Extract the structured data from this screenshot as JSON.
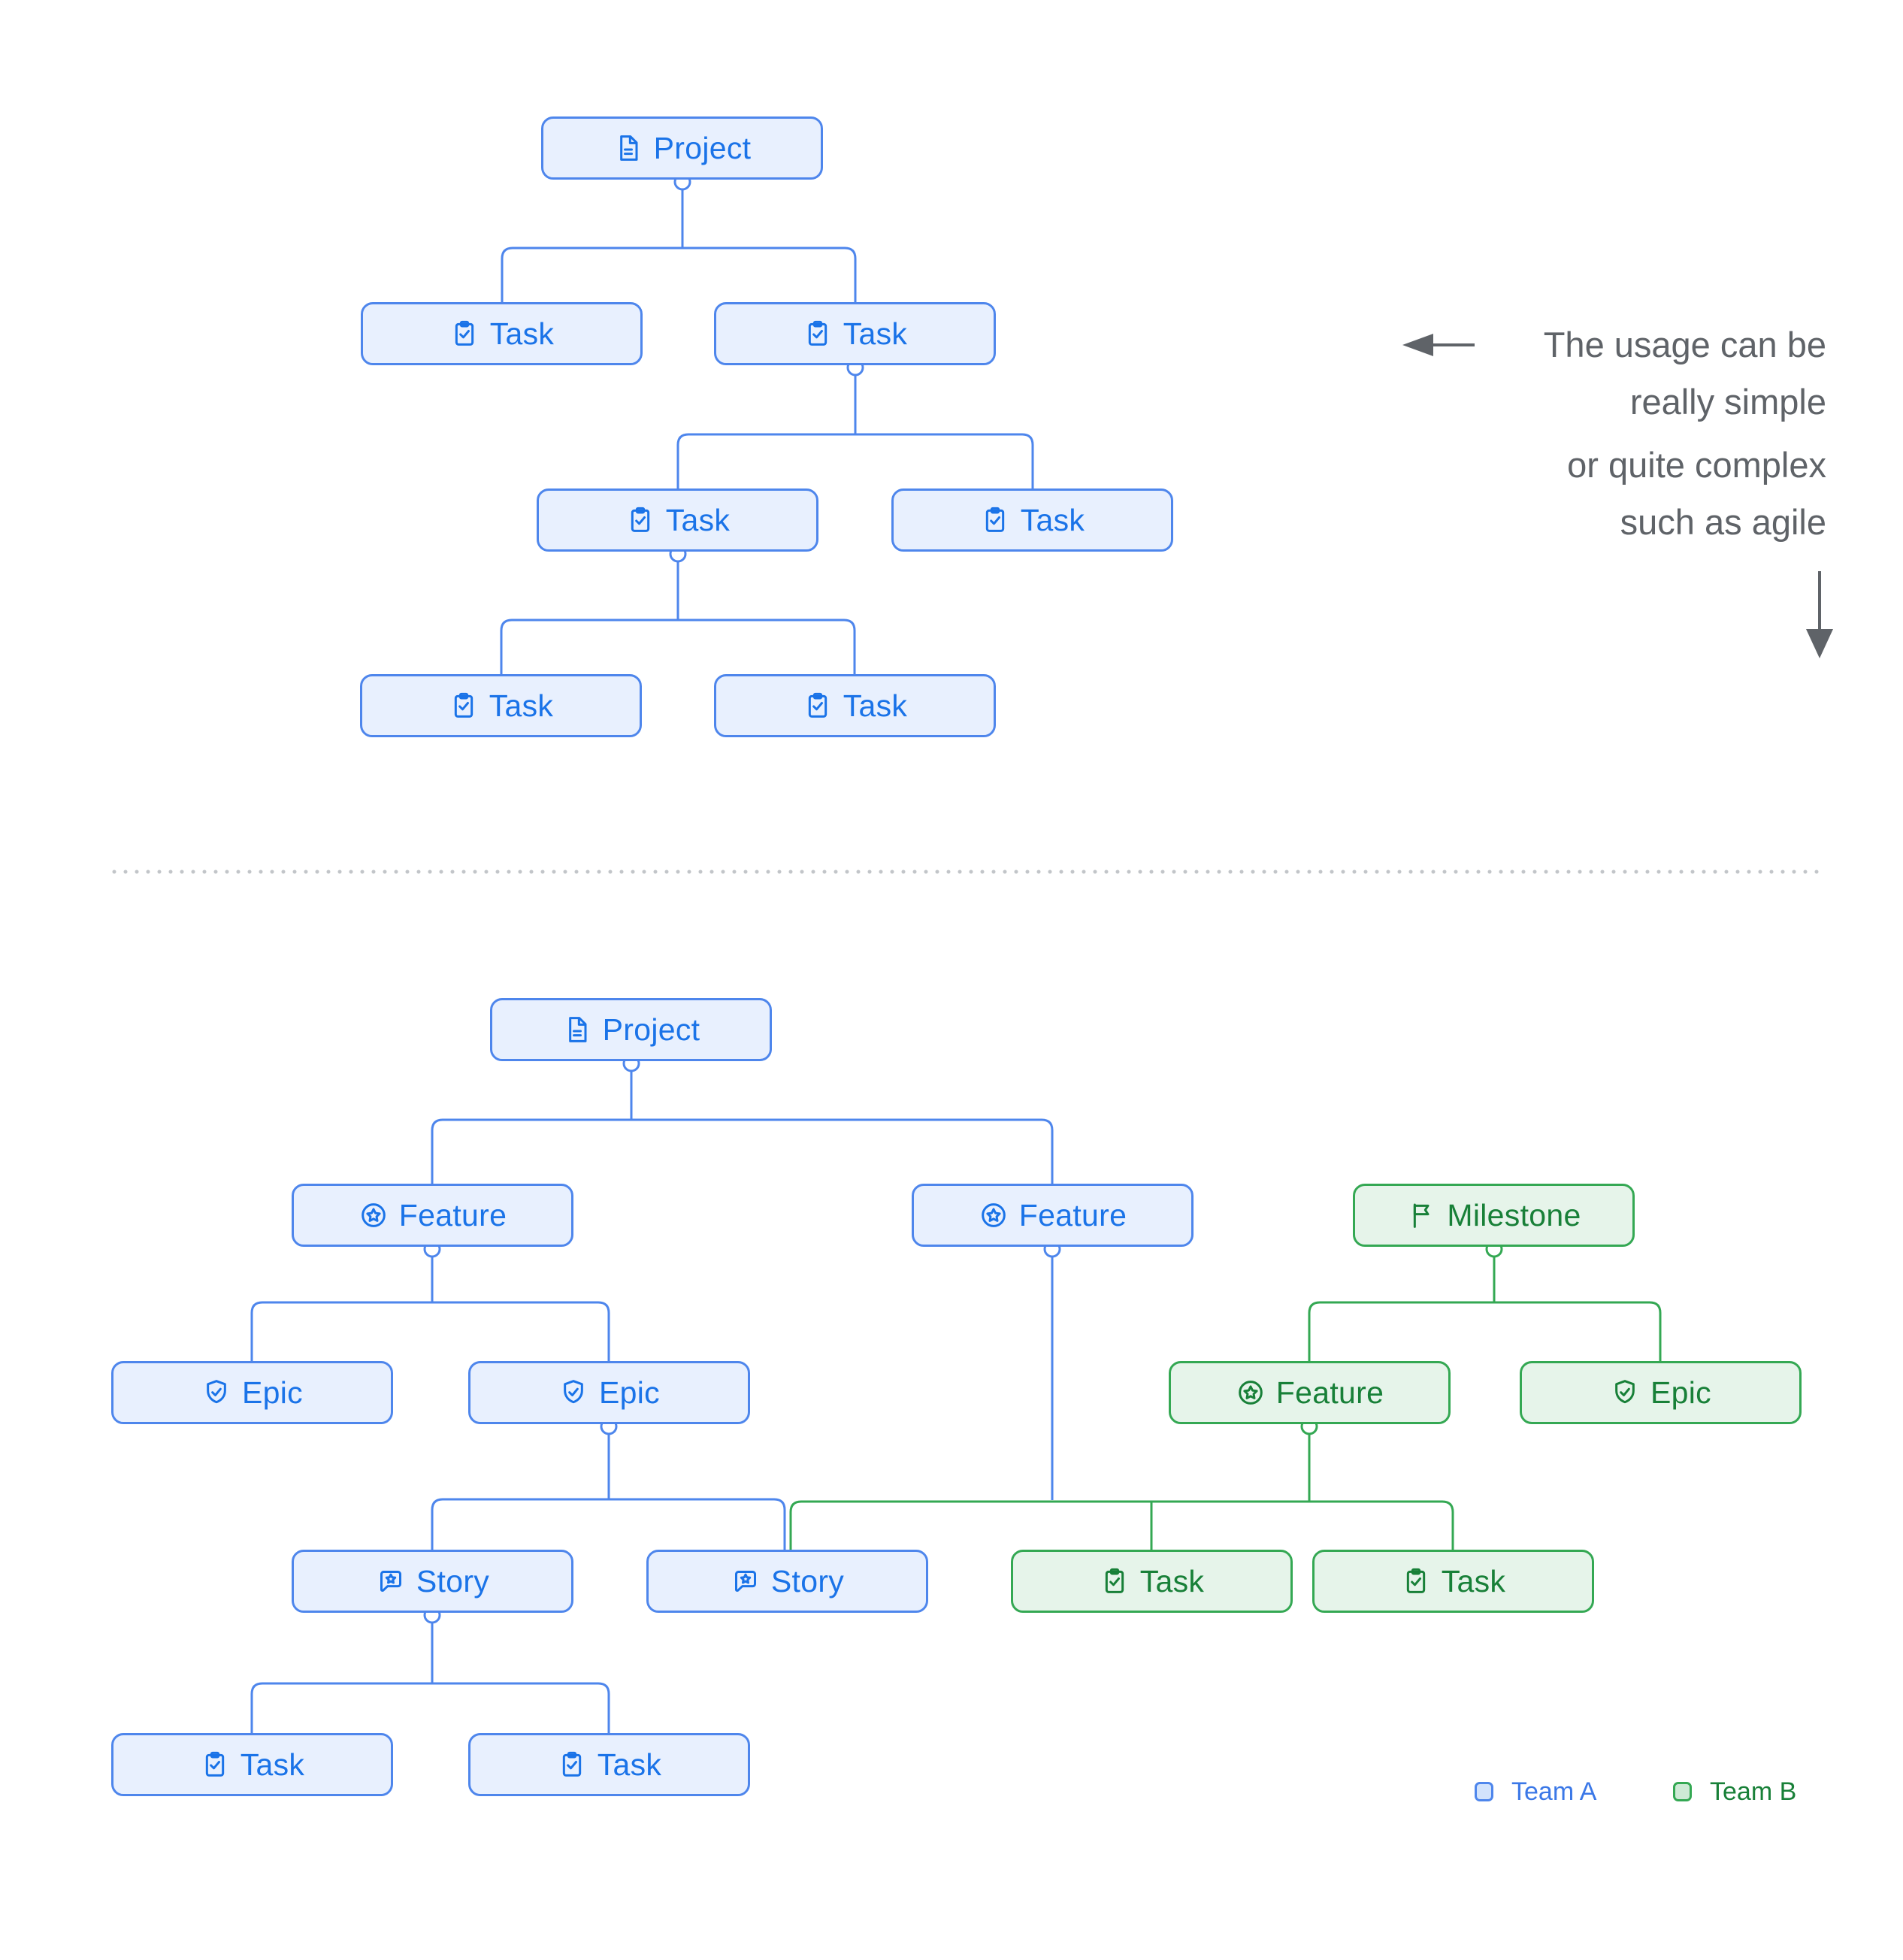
{
  "colors": {
    "team_a_fill": "#e8f0fe",
    "team_a_border": "#4e86ec",
    "team_a_text": "#1a73e8",
    "team_b_fill": "#e6f4ea",
    "team_b_border": "#34a853",
    "team_b_text": "#188038",
    "annotation_gray": "#5f6368"
  },
  "annotation": {
    "lines": [
      "The usage can be",
      "really simple",
      "or quite complex",
      "such as agile"
    ]
  },
  "legend": {
    "team_a_label": "Team A",
    "team_b_label": "Team B"
  },
  "simple_tree": {
    "nodes": [
      {
        "label": "Project",
        "icon": "document-icon",
        "team": "Team A"
      },
      {
        "label": "Task",
        "icon": "clipboard-check-icon",
        "team": "Team A"
      },
      {
        "label": "Task",
        "icon": "clipboard-check-icon",
        "team": "Team A"
      },
      {
        "label": "Task",
        "icon": "clipboard-check-icon",
        "team": "Team A"
      },
      {
        "label": "Task",
        "icon": "clipboard-check-icon",
        "team": "Team A"
      },
      {
        "label": "Task",
        "icon": "clipboard-check-icon",
        "team": "Team A"
      },
      {
        "label": "Task",
        "icon": "clipboard-check-icon",
        "team": "Team A"
      }
    ]
  },
  "complex_tree": {
    "nodes": [
      {
        "label": "Project",
        "icon": "document-icon",
        "team": "Team A"
      },
      {
        "label": "Feature",
        "icon": "star-circle-icon",
        "team": "Team A"
      },
      {
        "label": "Feature",
        "icon": "star-circle-icon",
        "team": "Team A"
      },
      {
        "label": "Milestone",
        "icon": "flag-icon",
        "team": "Team B"
      },
      {
        "label": "Epic",
        "icon": "shield-check-icon",
        "team": "Team A"
      },
      {
        "label": "Epic",
        "icon": "shield-check-icon",
        "team": "Team A"
      },
      {
        "label": "Feature",
        "icon": "star-circle-icon",
        "team": "Team B"
      },
      {
        "label": "Epic",
        "icon": "shield-check-icon",
        "team": "Team B"
      },
      {
        "label": "Story",
        "icon": "story-bubble-icon",
        "team": "Team A"
      },
      {
        "label": "Story",
        "icon": "story-bubble-icon",
        "team": "Team A"
      },
      {
        "label": "Task",
        "icon": "clipboard-check-icon",
        "team": "Team B"
      },
      {
        "label": "Task",
        "icon": "clipboard-check-icon",
        "team": "Team B"
      },
      {
        "label": "Task",
        "icon": "clipboard-check-icon",
        "team": "Team A"
      },
      {
        "label": "Task",
        "icon": "clipboard-check-icon",
        "team": "Team A"
      }
    ]
  }
}
